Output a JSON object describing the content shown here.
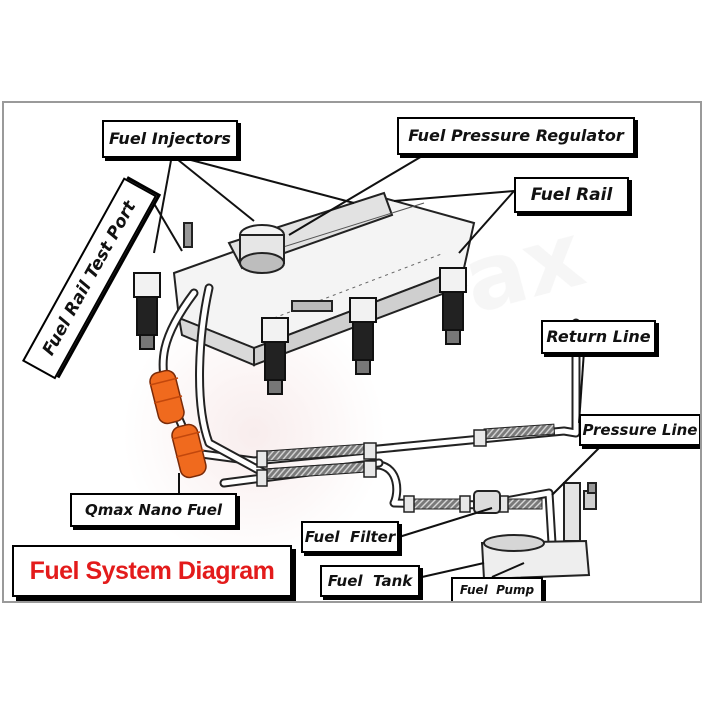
{
  "diagram": {
    "title": "Fuel System Diagram",
    "labels": {
      "fuel_injectors": "Fuel Injectors",
      "fuel_pressure_regulator": "Fuel Pressure Regulator",
      "fuel_rail": "Fuel Rail",
      "fuel_rail_test_port": "Fuel Rail Test Port",
      "return_line": "Return Line",
      "pressure_line": "Pressure Line",
      "qmax_nano_fuel": "Qmax Nano Fuel",
      "fuel_filter": "Fuel  Filter",
      "fuel_tank": "Fuel  Tank",
      "fuel_pump": "Fuel  Pump"
    },
    "colors": {
      "title_red": "#e31b1b",
      "nano_fuel_orange": "#f06a1e",
      "border": "#000000"
    }
  }
}
